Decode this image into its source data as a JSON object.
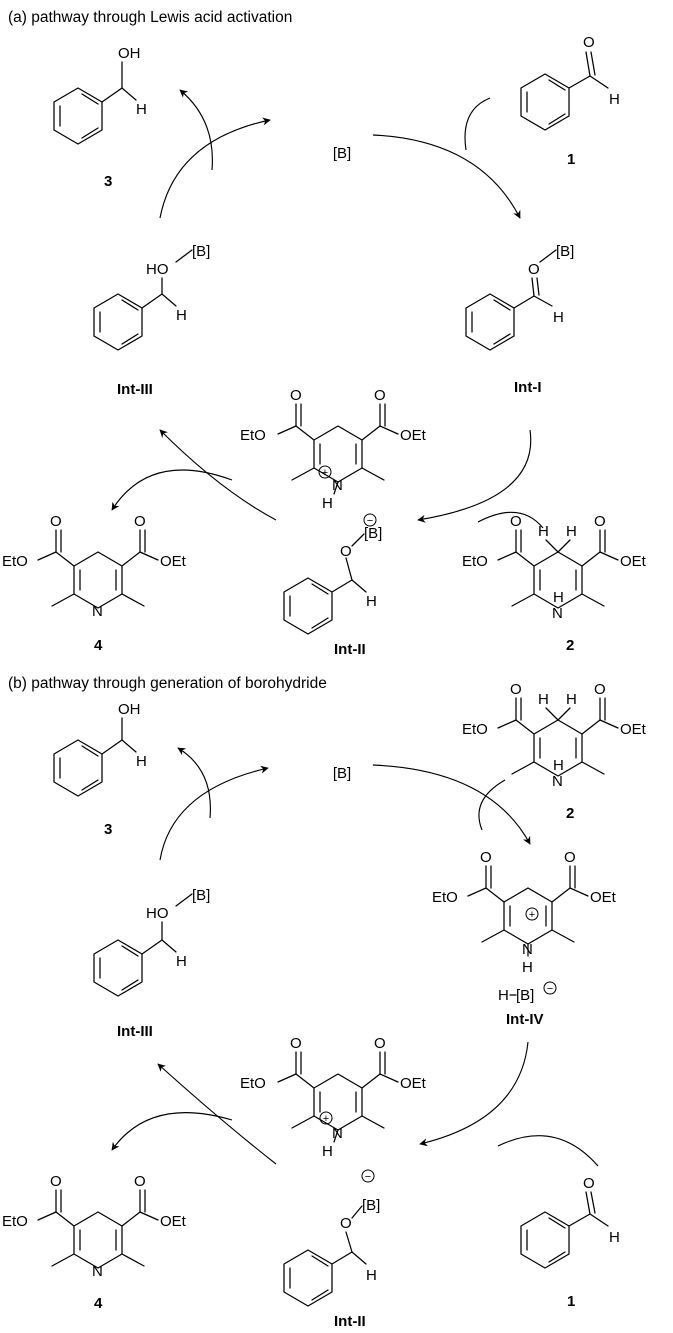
{
  "panel_a": {
    "caption": "(a) pathway through Lewis acid activation",
    "catalyst": "[B]",
    "benzyl_alcohol": {
      "label": "3",
      "oh": "OH",
      "h": "H"
    },
    "benzaldehyde": {
      "label": "1",
      "o": "O",
      "h": "H"
    },
    "int_iii": {
      "label": "Int-III",
      "ho": "HO",
      "b": "[B]",
      "h": "H"
    },
    "int_i": {
      "label": "Int-I",
      "o": "O",
      "b": "[B]",
      "h": "H"
    },
    "pyridinium": {
      "eto": "EtO",
      "oet": "OEt",
      "o1": "O",
      "o2": "O",
      "n": "N",
      "h": "H",
      "plus": "+"
    },
    "pyridine_4": {
      "label": "4",
      "eto": "EtO",
      "oet": "OEt",
      "o1": "O",
      "o2": "O",
      "n": "N"
    },
    "int_ii": {
      "label": "Int-II",
      "o": "O",
      "b": "[B]",
      "h": "H",
      "minus": "−"
    },
    "hantzsch_2": {
      "label": "2",
      "eto": "EtO",
      "oet": "OEt",
      "o1": "O",
      "o2": "O",
      "n": "N",
      "h_n": "H",
      "h1": "H",
      "h2": "H"
    }
  },
  "panel_b": {
    "caption": "(b) pathway through generation of borohydride",
    "catalyst": "[B]",
    "benzyl_alcohol": {
      "label": "3",
      "oh": "OH",
      "h": "H"
    },
    "hantzsch_2": {
      "label": "2",
      "eto": "EtO",
      "oet": "OEt",
      "o1": "O",
      "o2": "O",
      "n": "N",
      "h_n": "H",
      "h1": "H",
      "h2": "H"
    },
    "int_iii": {
      "label": "Int-III",
      "ho": "HO",
      "b": "[B]",
      "h": "H"
    },
    "int_iv": {
      "label": "Int-IV",
      "eto": "EtO",
      "oet": "OEt",
      "o1": "O",
      "o2": "O",
      "n": "N",
      "h": "H",
      "plus": "+",
      "hydride": "H",
      "hb": "[B]",
      "minus": "−"
    },
    "pyridinium": {
      "eto": "EtO",
      "oet": "OEt",
      "o1": "O",
      "o2": "O",
      "n": "N",
      "h": "H",
      "plus": "+"
    },
    "pyridine_4": {
      "label": "4",
      "eto": "EtO",
      "oet": "OEt",
      "o1": "O",
      "o2": "O",
      "n": "N"
    },
    "int_ii": {
      "label": "Int-II",
      "o": "O",
      "b": "[B]",
      "h": "H",
      "minus": "−"
    },
    "benzaldehyde": {
      "label": "1",
      "o": "O",
      "h": "H"
    }
  }
}
